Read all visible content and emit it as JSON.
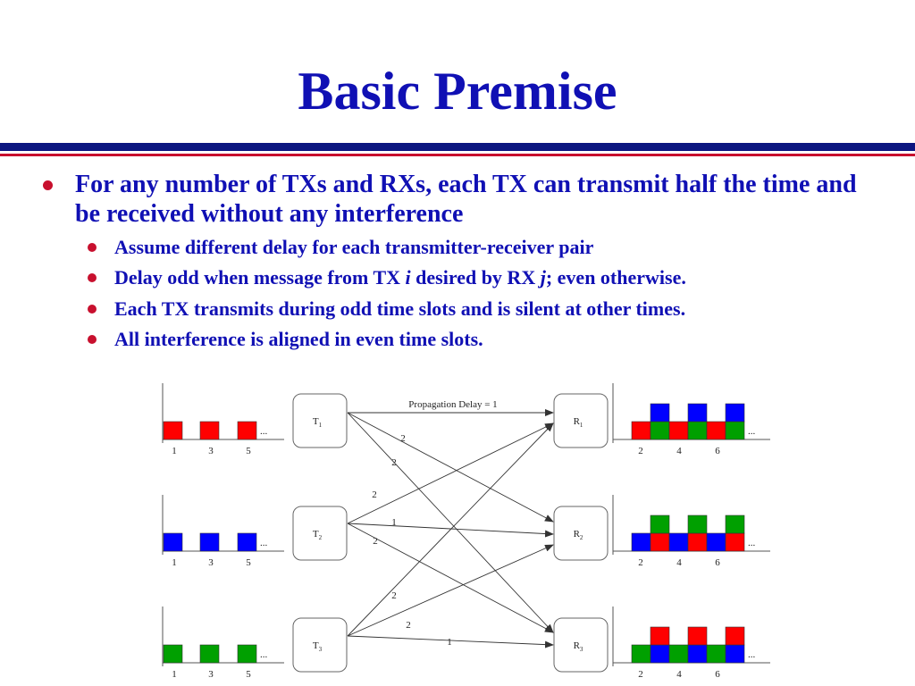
{
  "slide": {
    "title": "Basic Premise",
    "bullet": "For any number of TXs and RXs, each TX can transmit half the time and be received without any interference",
    "sub_bullets": [
      {
        "parts": [
          {
            "t": "Assume different delay for each transmitter-receiver pair",
            "i": false
          }
        ]
      },
      {
        "parts": [
          {
            "t": "Delay odd when message from TX ",
            "i": false
          },
          {
            "t": "i",
            "i": true
          },
          {
            "t": " desired by RX ",
            "i": false
          },
          {
            "t": "j",
            "i": true
          },
          {
            "t": "; even otherwise.",
            "i": false
          }
        ]
      },
      {
        "parts": [
          {
            "t": "Each TX transmits during odd time slots and is silent at other times.",
            "i": false
          }
        ]
      },
      {
        "parts": [
          {
            "t": "All interference is aligned in even time slots.",
            "i": false
          }
        ]
      }
    ]
  },
  "diagram": {
    "transmitters": [
      {
        "label": "T",
        "sub": "1",
        "color": "#ff0000",
        "slots": [
          "1",
          "3",
          "5"
        ]
      },
      {
        "label": "T",
        "sub": "2",
        "color": "#0000ff",
        "slots": [
          "1",
          "3",
          "5"
        ]
      },
      {
        "label": "T",
        "sub": "3",
        "color": "#00a000",
        "slots": [
          "1",
          "3",
          "5"
        ]
      }
    ],
    "receivers": [
      {
        "label": "R",
        "sub": "1",
        "bottom": [
          "#ff0000",
          "#00a000"
        ],
        "top": "#0000ff",
        "slots": [
          "2",
          "4",
          "6"
        ]
      },
      {
        "label": "R",
        "sub": "2",
        "bottom": [
          "#0000ff",
          "#ff0000"
        ],
        "top": "#00a000",
        "slots": [
          "2",
          "4",
          "6"
        ]
      },
      {
        "label": "R",
        "sub": "3",
        "bottom": [
          "#00a000",
          "#0000ff"
        ],
        "top": "#ff0000",
        "slots": [
          "2",
          "4",
          "6"
        ]
      }
    ],
    "ellipsis": "...",
    "propagation_label": "Propagation Delay = 1",
    "links": [
      {
        "from": 0,
        "to": 0,
        "delay": "1"
      },
      {
        "from": 0,
        "to": 1,
        "delay": "2"
      },
      {
        "from": 0,
        "to": 2,
        "delay": "2"
      },
      {
        "from": 1,
        "to": 0,
        "delay": "2"
      },
      {
        "from": 1,
        "to": 1,
        "delay": "1"
      },
      {
        "from": 1,
        "to": 2,
        "delay": "2"
      },
      {
        "from": 2,
        "to": 0,
        "delay": "2"
      },
      {
        "from": 2,
        "to": 1,
        "delay": "2"
      },
      {
        "from": 2,
        "to": 2,
        "delay": "1"
      }
    ]
  }
}
